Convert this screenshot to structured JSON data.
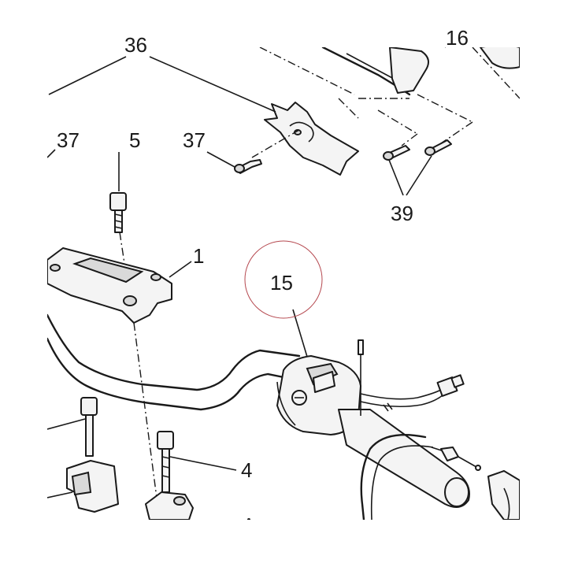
{
  "callouts": {
    "c36": "36",
    "c37a": "37",
    "c37b": "37",
    "c5": "5",
    "c1": "1",
    "c39": "39",
    "c15": "15",
    "c4": "4",
    "c16": "16"
  },
  "colors": {
    "line": "#1a1a1a",
    "highlight_circle": "#b5484f",
    "part_fill": "#f4f4f4"
  },
  "highlight": {
    "target": "15",
    "shape": "circle"
  }
}
